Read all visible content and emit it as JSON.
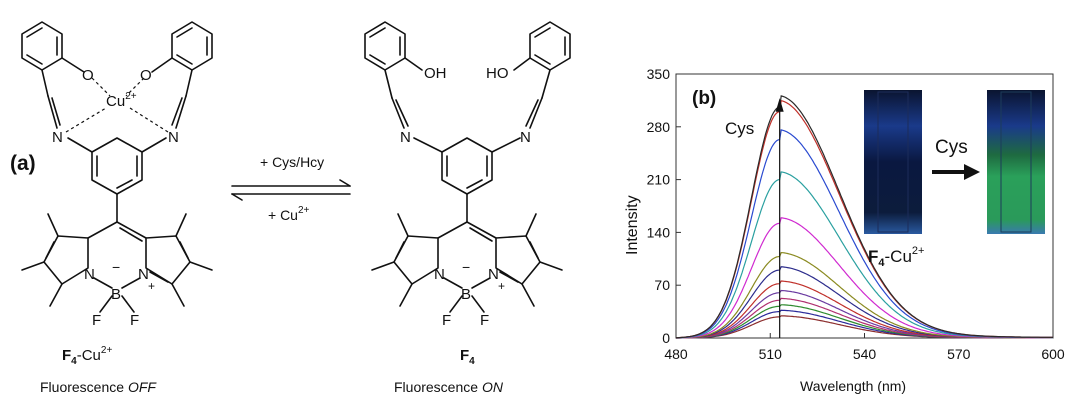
{
  "left_panel": {
    "panel_label": "(a)",
    "metal_ion": "Cu",
    "metal_charge": "2+",
    "atoms": {
      "O": "O",
      "N": "N",
      "B": "B",
      "F": "F",
      "minus": "−",
      "plus": "+"
    },
    "compound_bold": "F",
    "compound_sub": "4",
    "compound_suffix": "-Cu",
    "compound_sup": "2+",
    "state_prefix": "Fluorescence ",
    "state_word": "OFF"
  },
  "right_panel": {
    "atoms": {
      "OH_left": "OH",
      "OH_right": "HO",
      "N": "N",
      "B": "B",
      "F": "F",
      "minus": "−",
      "plus": "+"
    },
    "compound_bold": "F",
    "compound_sub": "4",
    "state_prefix": "Fluorescence ",
    "state_word": "ON"
  },
  "reaction": {
    "forward_label": "+ Cys/Hcy",
    "reverse_label": "+ Cu",
    "reverse_sup": "2+"
  },
  "chart_data": {
    "type": "line",
    "panel_label": "(b)",
    "xlabel": "Wavelength (nm)",
    "ylabel": "Intensity",
    "xlim": [
      480,
      600
    ],
    "ylim": [
      0,
      350
    ],
    "xticks": [
      480,
      510,
      540,
      570,
      600
    ],
    "yticks": [
      0,
      70,
      140,
      210,
      280,
      350
    ],
    "annotation": "Cys",
    "peak_x": 513,
    "series": [
      {
        "peak": 28,
        "color": "#8b2c2c"
      },
      {
        "peak": 35,
        "color": "#2a2a9a"
      },
      {
        "peak": 42,
        "color": "#2e8b2e"
      },
      {
        "peak": 50,
        "color": "#b03070"
      },
      {
        "peak": 60,
        "color": "#6a3aa0"
      },
      {
        "peak": 72,
        "color": "#c0302a"
      },
      {
        "peak": 90,
        "color": "#2c2c8c"
      },
      {
        "peak": 108,
        "color": "#8a8a20"
      },
      {
        "peak": 152,
        "color": "#d02ad0"
      },
      {
        "peak": 210,
        "color": "#2aa0a0"
      },
      {
        "peak": 263,
        "color": "#2a4ad0"
      },
      {
        "peak": 300,
        "color": "#c0302a"
      },
      {
        "peak": 306,
        "color": "#2a2a2a"
      }
    ]
  },
  "inset": {
    "arrow_label": "Cys",
    "caption_bold": "F",
    "caption_sub": "4",
    "caption_suffix": "-Cu",
    "caption_sup": "2+"
  }
}
